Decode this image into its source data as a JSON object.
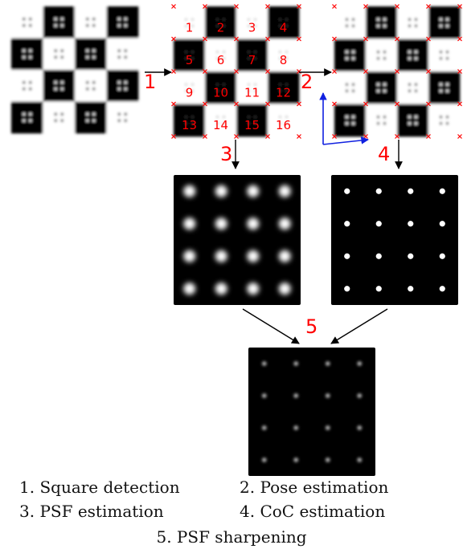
{
  "colors": {
    "step_label": "#ff0000",
    "arrow": "#000000",
    "pose_axis": "#1020e0",
    "corner_mark": "#ff0000",
    "dark_square": "#000000",
    "light_square": "#ffffff",
    "dot": "#ffffff",
    "panel_bg": "#000000"
  },
  "steps": [
    "1",
    "2",
    "3",
    "4",
    "5"
  ],
  "square_numbers": [
    "1",
    "2",
    "3",
    "4",
    "5",
    "6",
    "7",
    "8",
    "9",
    "10",
    "11",
    "12",
    "13",
    "14",
    "15",
    "16"
  ],
  "legend": {
    "item1": "1. Square detection",
    "item2": "2. Pose estimation",
    "item3": "3. PSF estimation",
    "item4": "4. CoC estimation",
    "item5": "5. PSF sharpening"
  },
  "grid": {
    "rows": 4,
    "cols": 4
  }
}
